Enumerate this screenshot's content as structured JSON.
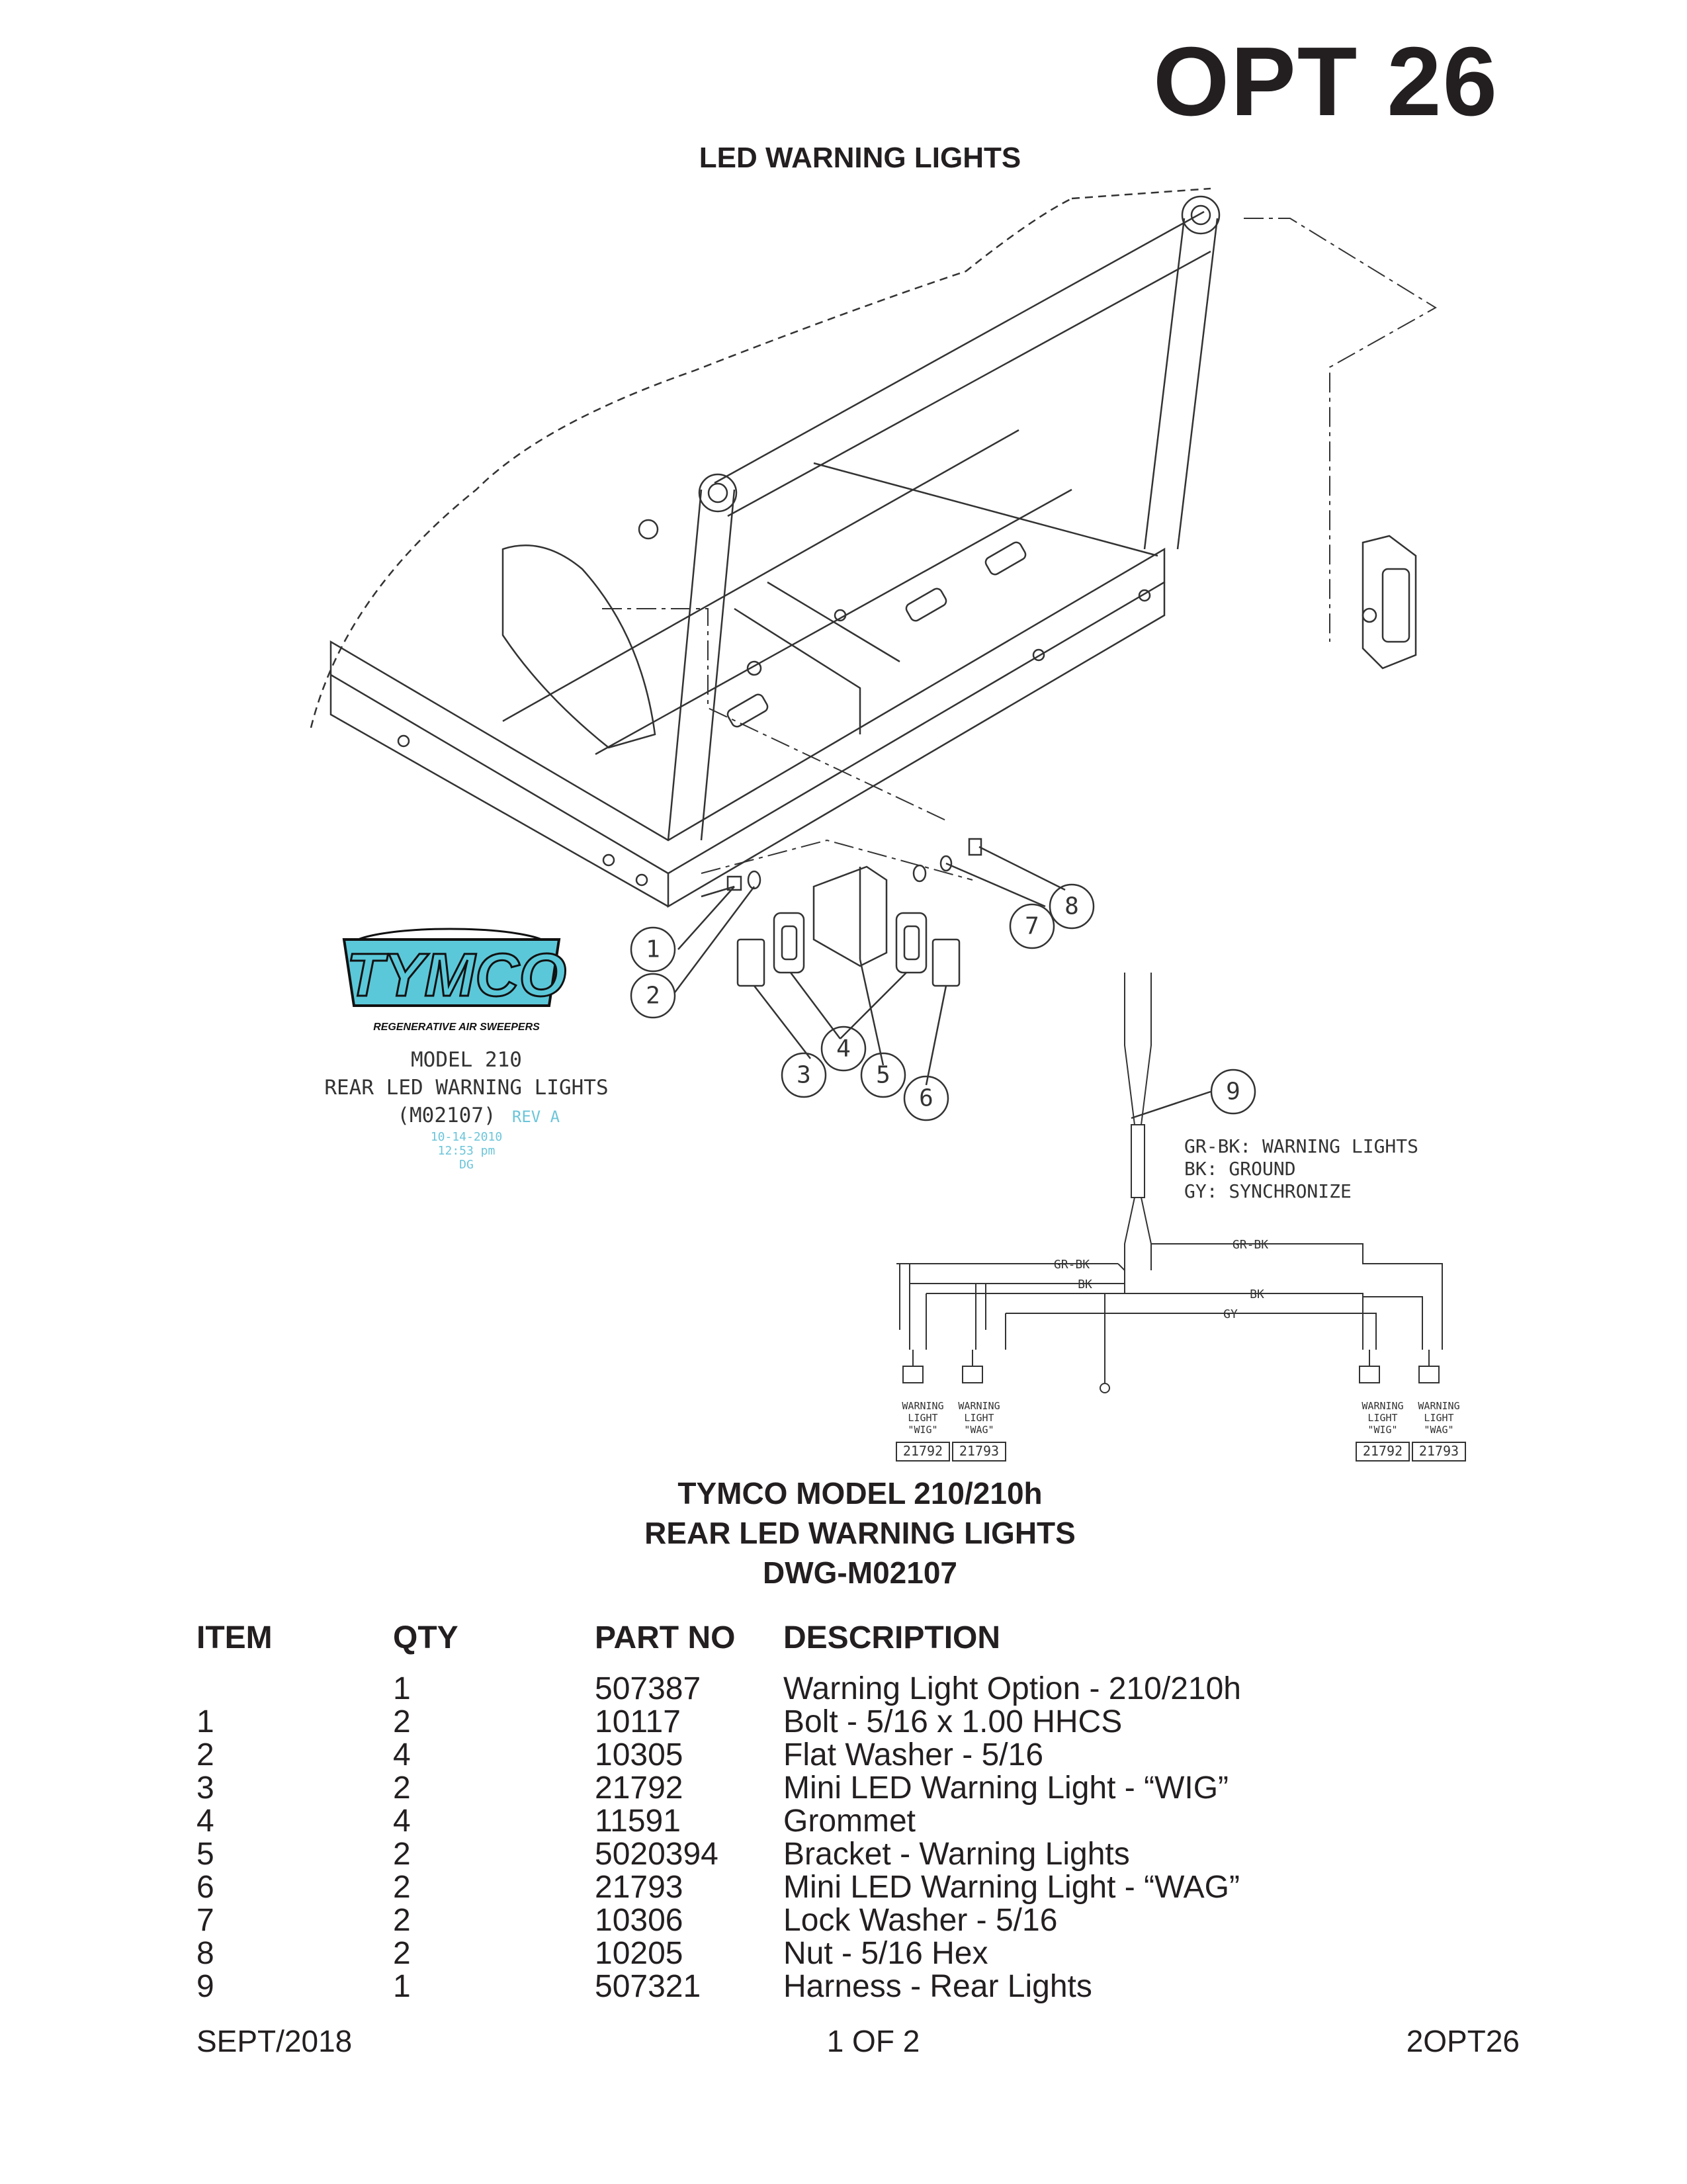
{
  "header": {
    "option": "OPT 26",
    "subtitle": "LED WARNING LIGHTS"
  },
  "drawing": {
    "logo_text": "TYMCO",
    "logo_tagline": "REGENERATIVE AIR SWEEPERS",
    "model_line1": "MODEL 210",
    "model_line2": "REAR LED WARNING LIGHTS",
    "model_line3": "(M02107)",
    "rev": "REV A",
    "date": "10-14-2010",
    "time": "12:53 pm",
    "initials": "DG",
    "callouts": [
      "1",
      "2",
      "3",
      "4",
      "5",
      "6",
      "7",
      "8",
      "9"
    ],
    "legend": [
      "GR-BK:  WARNING LIGHTS",
      "BK:  GROUND",
      "GY:  SYNCHRONIZE"
    ],
    "wire_labels": [
      "GR-BK",
      "BK",
      "GY",
      "GR-BK",
      "BK"
    ],
    "light_labels": [
      {
        "l1": "WARNING",
        "l2": "LIGHT",
        "l3": "\"WIG\"",
        "part": "21792"
      },
      {
        "l1": "WARNING",
        "l2": "LIGHT",
        "l3": "\"WAG\"",
        "part": "21793"
      },
      {
        "l1": "WARNING",
        "l2": "LIGHT",
        "l3": "\"WIG\"",
        "part": "21792"
      },
      {
        "l1": "WARNING",
        "l2": "LIGHT",
        "l3": "\"WAG\"",
        "part": "21793"
      }
    ],
    "colors": {
      "line": "#333333",
      "logo_cyan": "#5bc8d9",
      "stamp": "#6cc5d9"
    }
  },
  "caption": {
    "line1": "TYMCO MODEL 210/210h",
    "line2": "REAR LED WARNING LIGHTS",
    "line3": "DWG-M02107"
  },
  "table": {
    "headers": [
      "ITEM",
      "QTY",
      "PART NO",
      "DESCRIPTION"
    ],
    "rows": [
      [
        "",
        "1",
        "507387",
        "Warning Light Option - 210/210h"
      ],
      [
        "1",
        "2",
        "10117",
        "Bolt - 5/16 x 1.00 HHCS"
      ],
      [
        "2",
        "4",
        "10305",
        "Flat Washer - 5/16"
      ],
      [
        "3",
        "2",
        "21792",
        "Mini LED Warning Light - “WIG”"
      ],
      [
        "4",
        "4",
        "11591",
        "Grommet"
      ],
      [
        "5",
        "2",
        "5020394",
        "Bracket - Warning Lights"
      ],
      [
        "6",
        "2",
        "21793",
        "Mini LED Warning Light - “WAG”"
      ],
      [
        "7",
        "2",
        "10306",
        "Lock Washer - 5/16"
      ],
      [
        "8",
        "2",
        "10205",
        "Nut - 5/16 Hex"
      ],
      [
        "9",
        "1",
        "507321",
        "Harness - Rear Lights"
      ]
    ]
  },
  "footer": {
    "date": "SEPT/2018",
    "page": "1 OF 2",
    "code": "2OPT26"
  }
}
